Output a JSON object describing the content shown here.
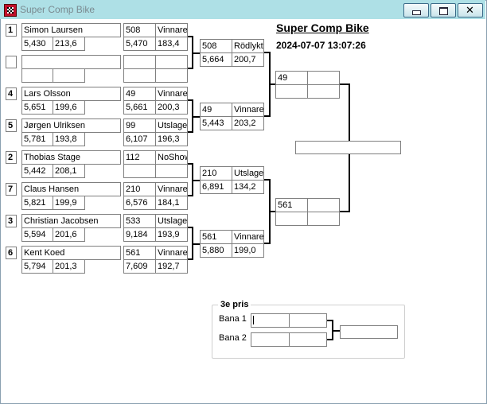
{
  "window": {
    "title": "Super Comp Bike"
  },
  "header": {
    "title": "Super Comp Bike",
    "timestamp": "2024-07-07 13:07:26"
  },
  "seeds": [
    "1",
    "4",
    "5",
    "2",
    "7",
    "3",
    "6"
  ],
  "riders": [
    {
      "name": "Simon Laursen",
      "v1": "5,430",
      "v2": "213,6"
    },
    {
      "name": "Lars Olsson",
      "v1": "5,651",
      "v2": "199,6"
    },
    {
      "name": "Jørgen Ulriksen",
      "v1": "5,781",
      "v2": "193,8"
    },
    {
      "name": "Thobias Stage",
      "v1": "5,442",
      "v2": "208,1"
    },
    {
      "name": "Claus Hansen",
      "v1": "5,821",
      "v2": "199,9"
    },
    {
      "name": "Christian Jacobsen",
      "v1": "5,594",
      "v2": "201,6"
    },
    {
      "name": "Kent Koed",
      "v1": "5,794",
      "v2": "201,3"
    }
  ],
  "round1": [
    {
      "num": "508",
      "status": "Vinnare",
      "v1": "5,470",
      "v2": "183,4"
    },
    {
      "num": "49",
      "status": "Vinnare",
      "v1": "5,661",
      "v2": "200,3"
    },
    {
      "num": "99",
      "status": "Utslagen",
      "v1": "6,107",
      "v2": "196,3"
    },
    {
      "num": "112",
      "status": "NoShow",
      "v1": "",
      "v2": ""
    },
    {
      "num": "210",
      "status": "Vinnare",
      "v1": "6,576",
      "v2": "184,1"
    },
    {
      "num": "533",
      "status": "Utslagen",
      "v1": "9,184",
      "v2": "193,9"
    },
    {
      "num": "561",
      "status": "Vinnare",
      "v1": "7,609",
      "v2": "192,7"
    }
  ],
  "round2": [
    {
      "num": "508",
      "status": "Rödlykta",
      "v1": "5,664",
      "v2": "200,7"
    },
    {
      "num": "49",
      "status": "Vinnare",
      "v1": "5,443",
      "v2": "203,2"
    },
    {
      "num": "210",
      "status": "Utslagen",
      "v1": "6,891",
      "v2": "134,2"
    },
    {
      "num": "561",
      "status": "Vinnare",
      "v1": "5,880",
      "v2": "199,0"
    }
  ],
  "semis": [
    {
      "num": "49"
    },
    {
      "num": "561"
    }
  ],
  "third_place": {
    "title": "3e pris",
    "lane1_label": "Bana 1",
    "lane2_label": "Bana 2"
  }
}
